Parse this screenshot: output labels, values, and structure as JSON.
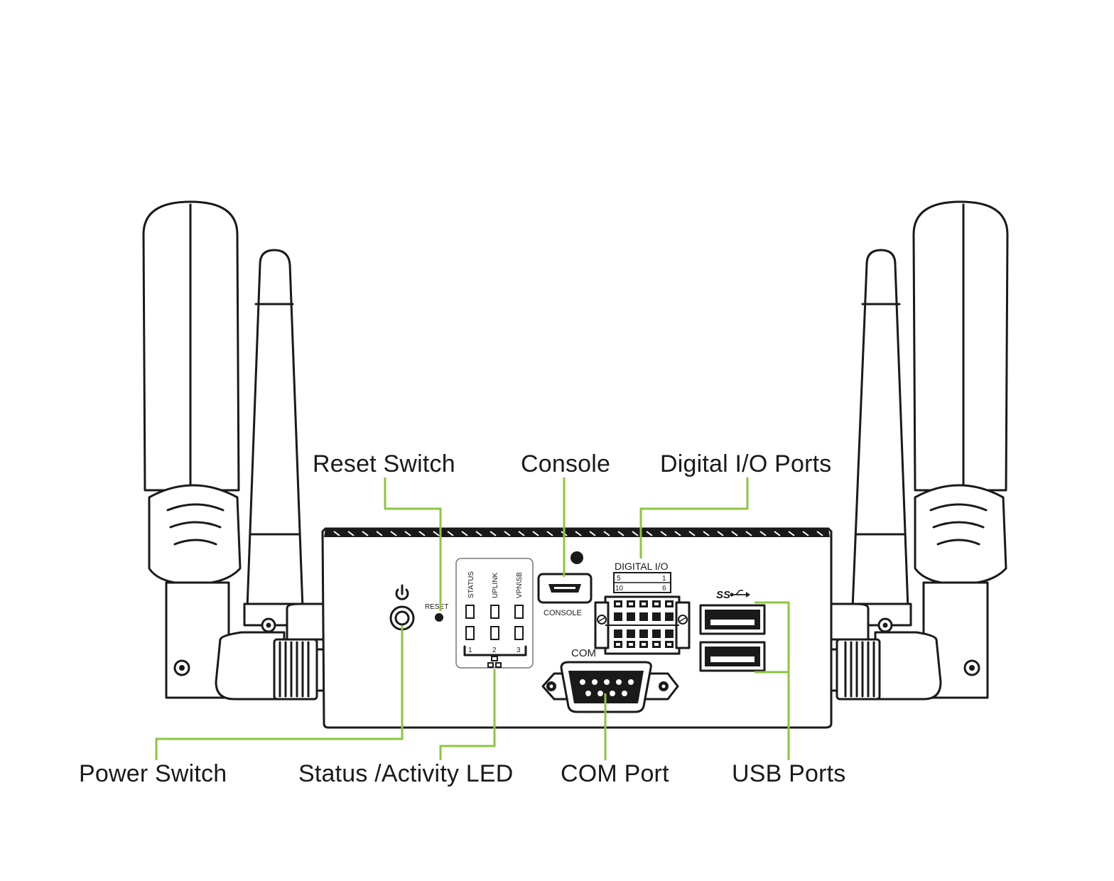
{
  "accent_color": "#8cc63f",
  "callouts": {
    "reset_switch": "Reset Switch",
    "console": "Console",
    "digital_io_ports": "Digital I/O Ports",
    "power_switch": "Power Switch",
    "status_activity_led": "Status /Activity LED",
    "com_port": "COM Port",
    "usb_ports": "USB Ports"
  },
  "panel_labels": {
    "reset": "RESET",
    "led_status": "STATUS",
    "led_uplink": "UPLINK",
    "led_vpn_usb": "VPN\\SB",
    "led_num_1": "1",
    "led_num_2": "2",
    "led_num_3": "3",
    "console": "CONSOLE",
    "digital_io": "DIGITAL I/O",
    "dio_pin_5": "5",
    "dio_pin_1": "1",
    "dio_pin_10": "10",
    "dio_pin_6": "6",
    "com": "COM",
    "usb_logo": "SS"
  },
  "icons": [
    "power-icon",
    "network-icon",
    "usb-superspeed-icon"
  ]
}
